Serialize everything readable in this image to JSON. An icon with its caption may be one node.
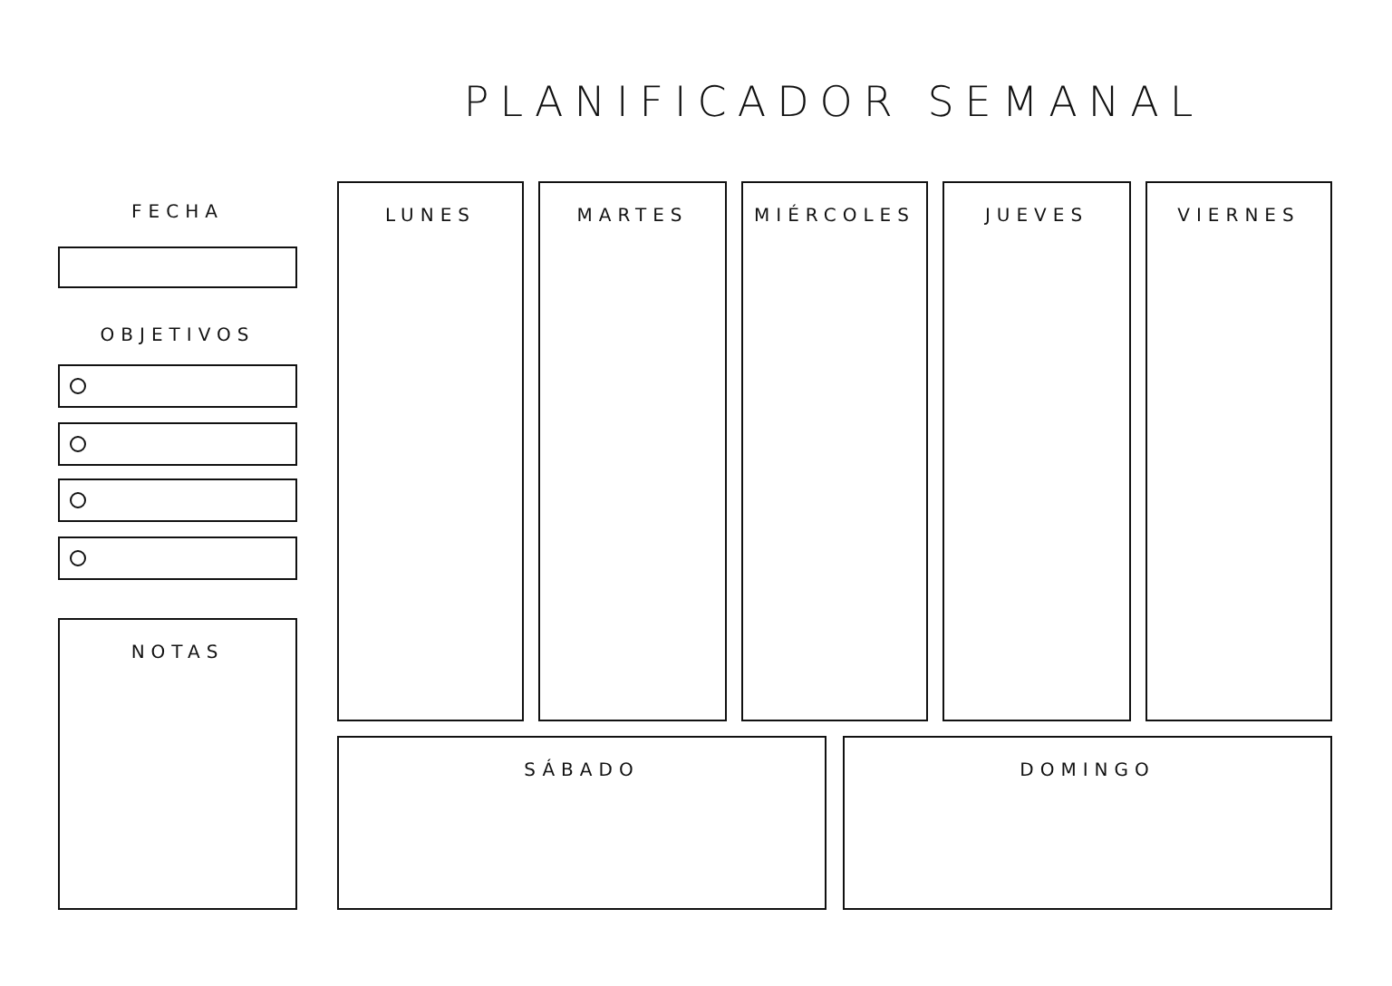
{
  "diagram": {
    "title": "PLANIFICADOR SEMANAL",
    "nodes": [
      {
        "text": [
          "FECHA"
        ]
      },
      {
        "text": [],
        "shape": "box"
      },
      {
        "text": [],
        "shape": "box"
      },
      {
        "text": [],
        "shape": "box"
      },
      {
        "text": [],
        "shape": "box"
      },
      {
        "text": [
          "NOTAS"
        ]
      },
      {
        "text": [
          "LUNES"
        ]
      },
      {
        "text": [
          "MARTES"
        ]
      },
      {
        "text": [
          "MIÉRCOLES"
        ]
      },
      {
        "text": [
          "JUEVES"
        ]
      },
      {
        "text": [
          "VIERNES"
        ]
      },
      {
        "text": [
          "SÁBADO"
        ]
      },
      {
        "text": [
          "DOMINGO"
        ]
      }
    ],
    "labels": [
      "OBJETIVOS"
    ]
  }
}
